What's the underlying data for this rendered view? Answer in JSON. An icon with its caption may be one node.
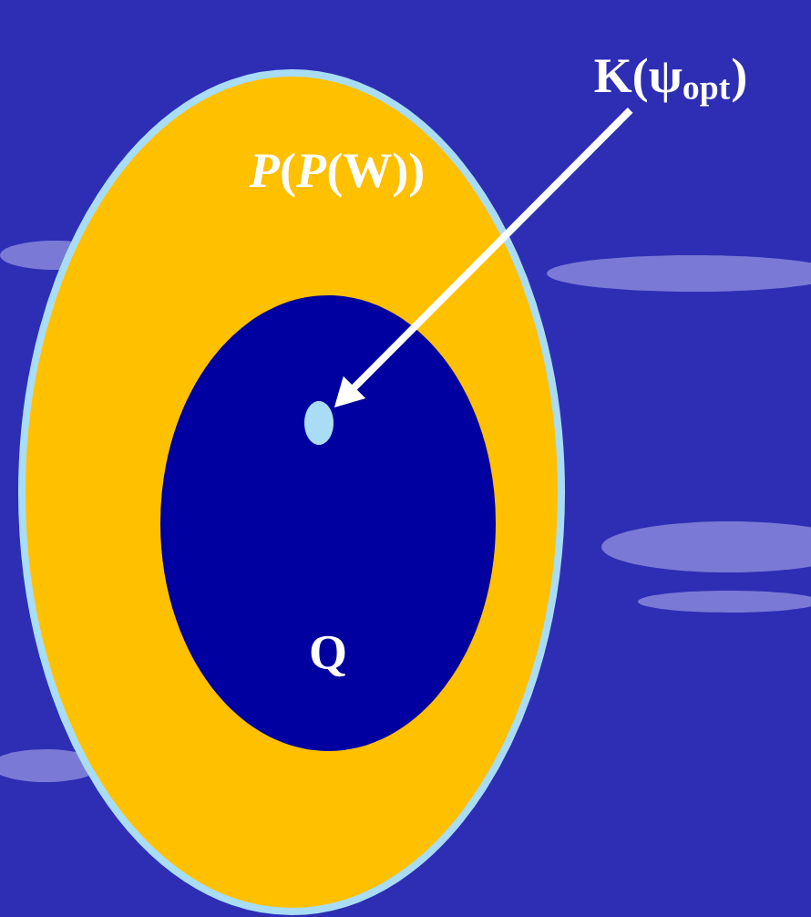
{
  "diagram": {
    "nodes": [
      {
        "text": [
          "*P*(*P*(W))"
        ]
      },
      {
        "text": [
          "Q"
        ],
        "in": 0
      },
      {
        "text": [],
        "shape": "circle",
        "in": 1
      },
      {
        "text": [
          "K(ψ$_{opt}$)"
        ]
      }
    ],
    "edges": [
      {
        "from": 3,
        "to": 2,
        "arrow": "to"
      }
    ]
  }
}
